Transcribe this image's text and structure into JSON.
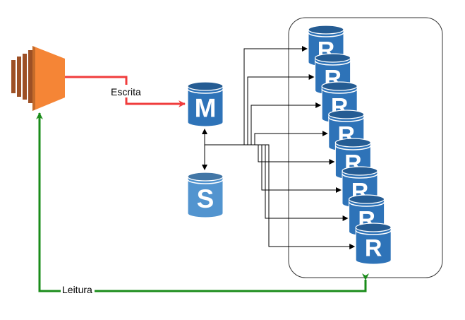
{
  "edges": {
    "write_label": "Escrita",
    "read_label": "Leitura",
    "write_color": "#f03c3c",
    "read_color": "#1a8c1a"
  },
  "ec2": {
    "icon": "ec2-instance-icon",
    "color": "#f58536"
  },
  "master": {
    "letter": "M",
    "icon": "database-master-icon",
    "color": "#2e73b8"
  },
  "standby": {
    "letter": "S",
    "icon": "database-standby-icon",
    "color": "#5294cf"
  },
  "replicas": {
    "letter": "R",
    "icon": "database-replica-icon",
    "count": 8,
    "color": "#2e73b8"
  }
}
